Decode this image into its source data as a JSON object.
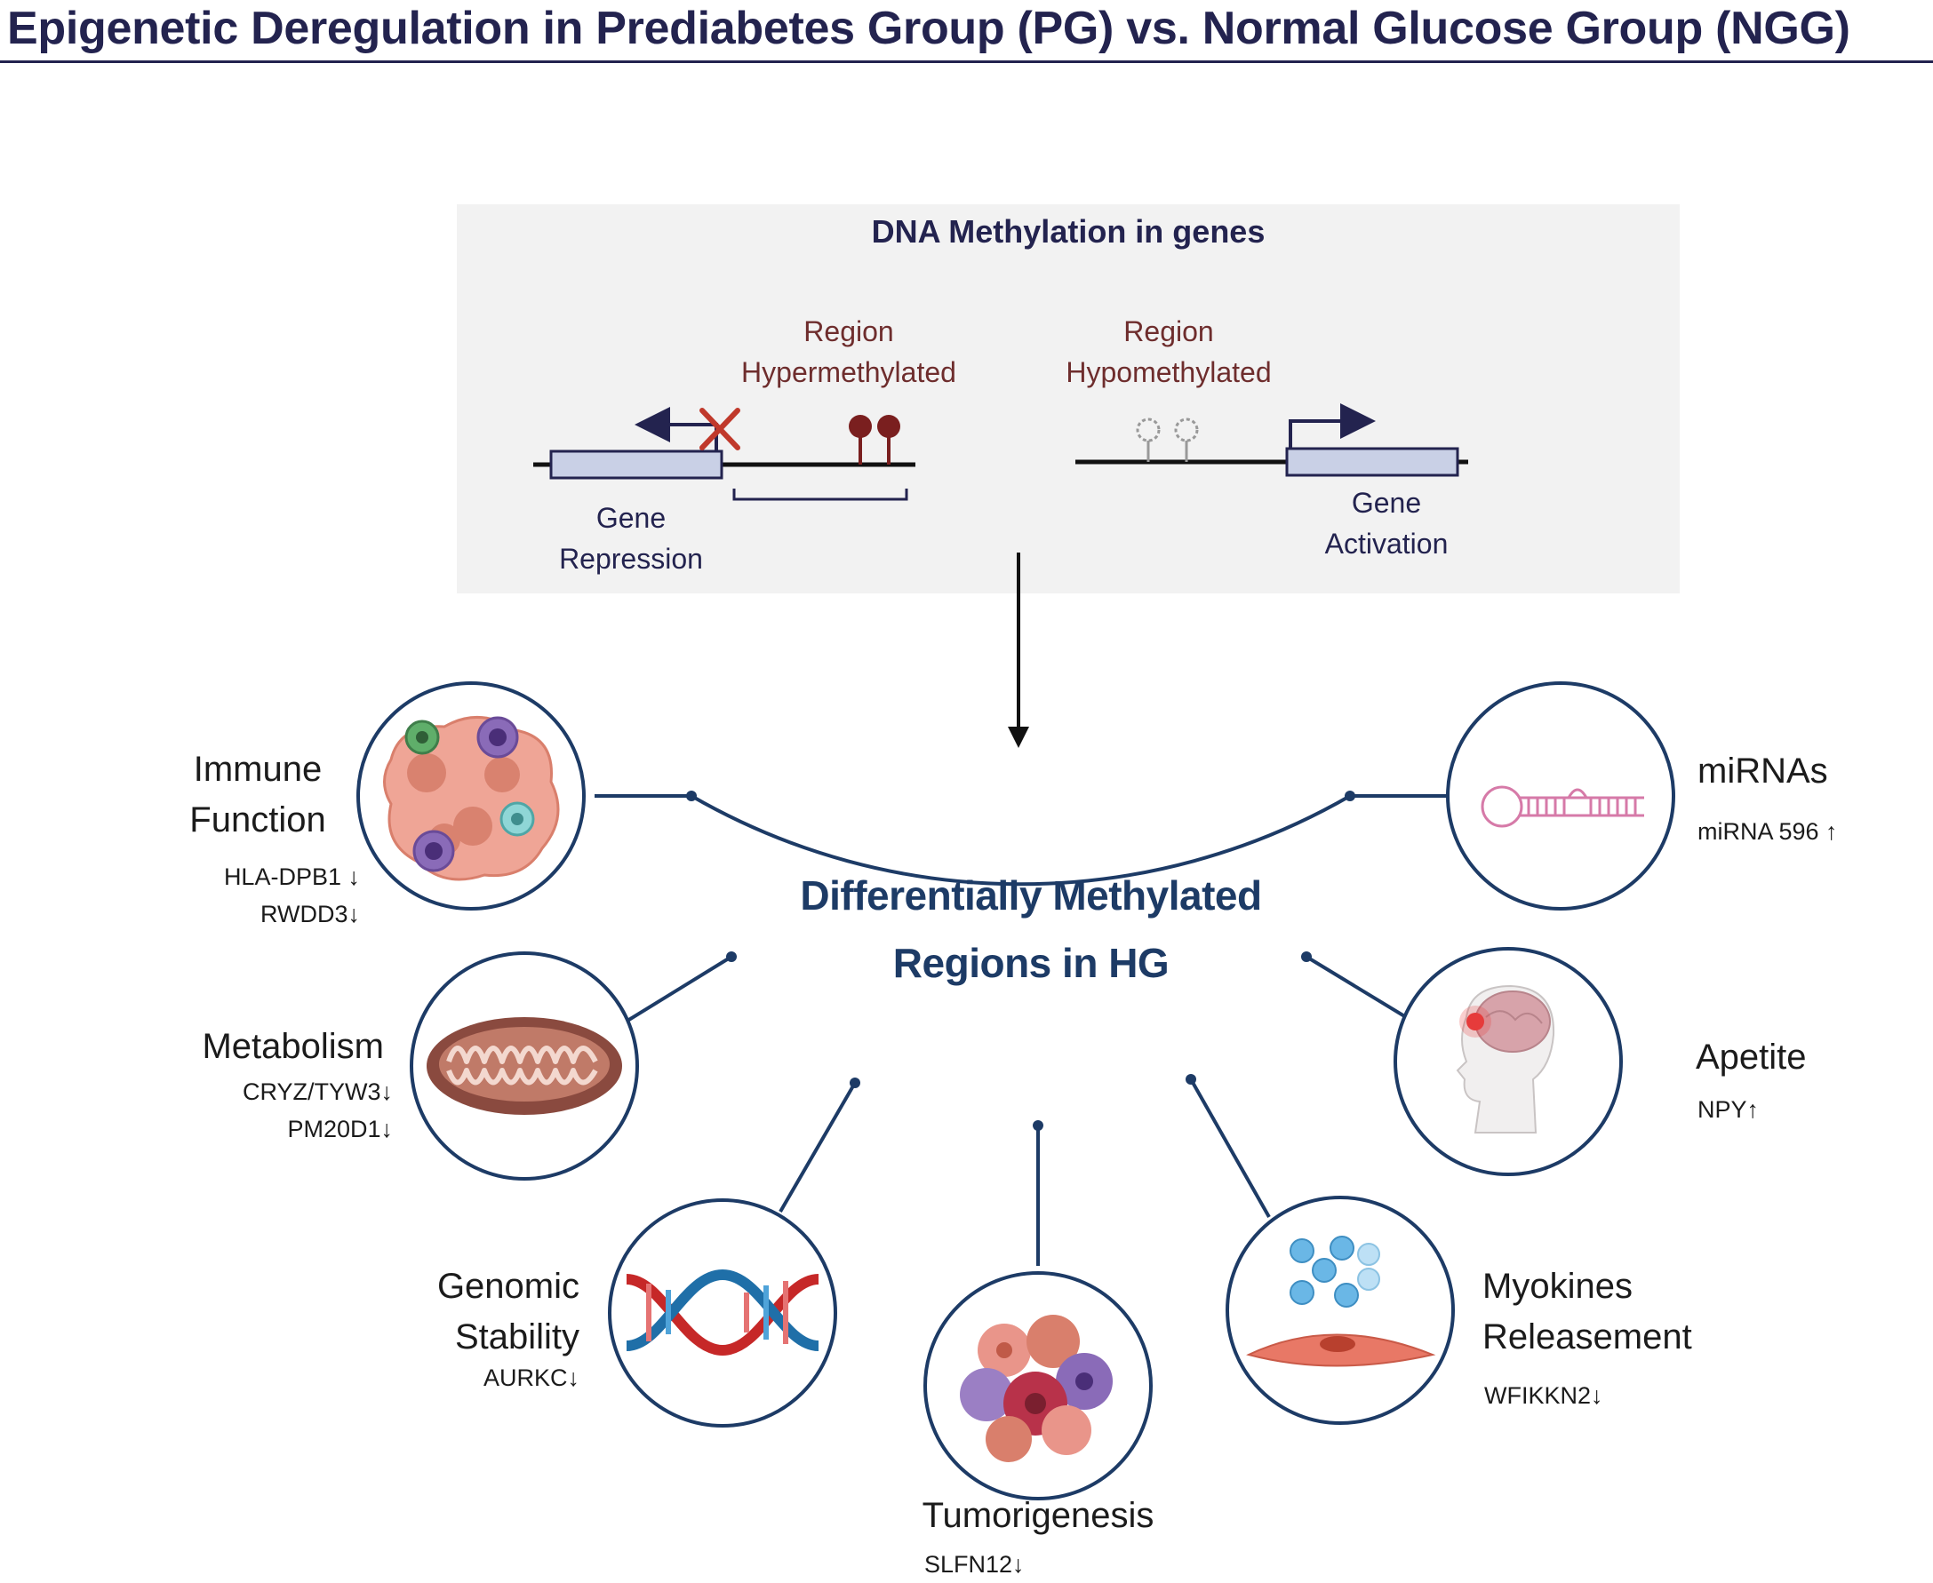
{
  "title": "Epigenetic Deregulation in Prediabetes Group (PG) vs. Normal Glucose Group (NGG)",
  "methylation_panel": {
    "title": "DNA Methylation in genes",
    "hyper_label": [
      "Region",
      "Hypermethylated"
    ],
    "hypo_label": [
      "Region",
      "Hypomethylated"
    ],
    "repression_label": [
      "Gene",
      "Repression"
    ],
    "activation_label": [
      "Gene",
      "Activation"
    ]
  },
  "center_label": [
    "Differentially Methylated",
    "Regions in HG"
  ],
  "categories": [
    {
      "key": "immune",
      "label": [
        "Immune",
        "Function"
      ],
      "genes": [
        "HLA-DPB1 ↓",
        "RWDD3↓"
      ],
      "icon": "immune-cells-icon"
    },
    {
      "key": "metabolism",
      "label": [
        "Metabolism"
      ],
      "genes": [
        "CRYZ/TYW3↓",
        "PM20D1↓"
      ],
      "icon": "mitochondrion-icon"
    },
    {
      "key": "genomic",
      "label": [
        "Genomic",
        "Stability"
      ],
      "genes": [
        "AURKC↓"
      ],
      "icon": "dna-helix-icon"
    },
    {
      "key": "tumor",
      "label": [
        "Tumorigenesis"
      ],
      "genes": [
        "SLFN12↓"
      ],
      "icon": "tumor-cells-icon"
    },
    {
      "key": "myokines",
      "label": [
        "Myokines",
        "Releasement"
      ],
      "genes": [
        "WFIKKN2↓"
      ],
      "icon": "muscle-cell-icon"
    },
    {
      "key": "apetite",
      "label": [
        "Apetite"
      ],
      "genes": [
        "NPY↑"
      ],
      "icon": "brain-head-icon"
    },
    {
      "key": "mirna",
      "label": [
        "miRNAs"
      ],
      "genes": [
        "miRNA 596 ↑"
      ],
      "icon": "mirna-hairpin-icon"
    }
  ],
  "colors": {
    "navy": "#23234f",
    "arc": "#1d3b66",
    "methyl_red": "#7a1f1f",
    "gene_box": "#c9d0e6",
    "panel_bg": "#f2f2f2"
  }
}
